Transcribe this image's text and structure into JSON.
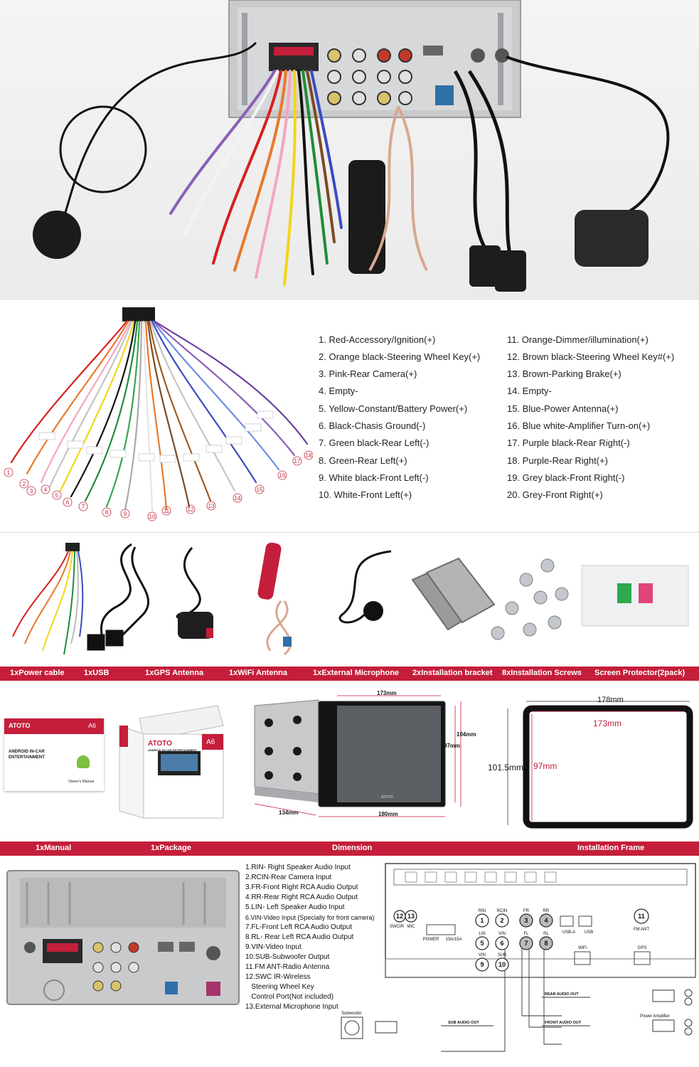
{
  "legend": {
    "left": [
      "1. Red-Accessory/Ignition(+)",
      "2. Orange black-Steering Wheel Key(+)",
      "3. Pink-Rear Camera(+)",
      "4. Empty-",
      "5. Yellow-Constant/Battery Power(+)",
      "6. Black-Chasis Ground(-)",
      "7. Green black-Rear Left(-)",
      "8. Green-Rear Left(+)",
      "9. White black-Front Left(-)",
      "10. White-Front Left(+)"
    ],
    "right": [
      "11.  Orange-Dimmer/illumination(+)",
      "12.  Brown black-Steering Wheel Key#(+)",
      "13.  Brown-Parking Brake(+)",
      "14.  Empty-",
      "15.  Blue-Power Antenna(+)",
      "16.  Blue white-Amplifier Turn-on(+)",
      "17.  Purple black-Rear Right(-)",
      "18.  Purple-Rear Right(+)",
      "19.  Grey black-Front Right(-)",
      "20.  Grey-Front Right(+)"
    ]
  },
  "wire_numbers": [
    "1",
    "2",
    "3",
    "4",
    "5",
    "6",
    "7",
    "8",
    "9",
    "10",
    "11",
    "12",
    "13",
    "14",
    "15",
    "16",
    "17",
    "18"
  ],
  "accessories": [
    "1xPower cable",
    "1xUSB",
    "1xGPS Antenna",
    "1xWiFi  Antenna",
    "1xExternal Microphone",
    "2xInstallation bracket",
    "8xInstallation Screws",
    "Screen Protector(2pack)"
  ],
  "band2": [
    "1xManual",
    "1xPackage",
    "Dimension",
    "Installation Frame"
  ],
  "manual": {
    "brand": "ATOTO",
    "model": "A6",
    "line1": "ANDROID IN-CAR",
    "line2": "ENTERTAINMENT",
    "footer": "Owner's Manual"
  },
  "package": {
    "brand": "ATOTO",
    "model": "A6",
    "tagline": "ANDROID IN-CAR ENTERTAINMENT"
  },
  "dimension": {
    "top": "173mm",
    "side_outer": "104mm",
    "side_inner": "97mm",
    "depth": "134mm",
    "bottom": "180mm",
    "screen_brand": "ATOTO"
  },
  "frame": {
    "outer_w": "178mm",
    "inner_w": "173mm",
    "outer_h": "101.5mm",
    "inner_h": "97mm"
  },
  "connections": [
    "1.RIN- Right Speaker Audio Input",
    "2.RCIN-Rear Camera Input",
    "3.FR-Front Right RCA  Audio Output",
    "4.RR-Rear Right RCA  Audio Output",
    "5.LIN- Left Speaker Audio Input",
    "6.VIN-Video Input (Specially for front camera)",
    "7.FL-Front Left RCA Audio Output",
    "8.RL- Rear Left RCA  Audio Output",
    "9.VIN-Video Input",
    "10.SUB-Subwoofer Output",
    "11.FM ANT-Radio Antenna",
    "12.SWC IR-Wireless",
    "   Steering Wheel Key",
    "   Control Port(Not included)",
    "13.External Microphone Input"
  ],
  "port_diagram": {
    "swc_ir": "SWCIR",
    "mic": "MIC",
    "power": "POWER",
    "fuse": "10A/15A",
    "usb_a": "USB-A",
    "usb": "USB",
    "wifi": "WiFi",
    "fm_ant": "FM ANT",
    "gps": "GPS",
    "rin": "RIN",
    "rcin": "RCIN",
    "fr": "FR",
    "rr": "RR",
    "lin": "LIN",
    "vin": "VIN",
    "fl": "FL",
    "rl": "RL",
    "vin2": "VIN",
    "sub": "SUB",
    "n1": "1",
    "n2": "2",
    "n3": "3",
    "n4": "4",
    "n5": "5",
    "n6": "6",
    "n7": "7",
    "n8": "8",
    "n9": "9",
    "n10": "10",
    "n11": "11",
    "n12": "12",
    "n13": "13",
    "rear_out": "REAR AUDIO OUT",
    "front_out": "FRONT AUDIO OUT",
    "sub_out": "SUB AUDIO OUT",
    "subwoofer": "Subwoofer",
    "power_amp": "Power Amplifier"
  }
}
